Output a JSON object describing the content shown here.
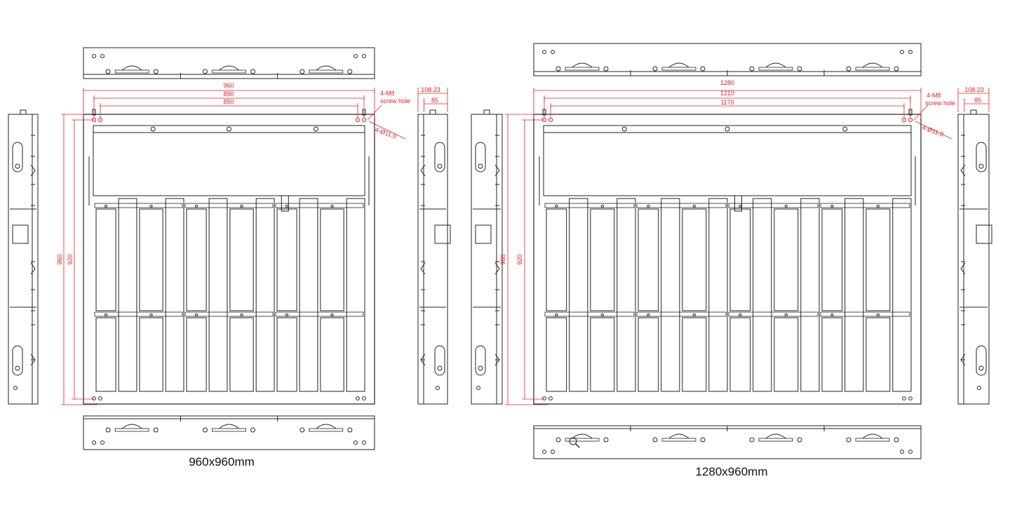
{
  "colors": {
    "line": "#222222",
    "dimension": "#e0202a",
    "background": "#ffffff"
  },
  "left": {
    "caption": "960x960mm",
    "dim_width_total": "960",
    "dim_width_mid": "890",
    "dim_width_inner": "850",
    "dim_height_total": "960",
    "dim_height_inner": "920",
    "note_screw_1": "4-M8",
    "note_screw_2": "screw hole",
    "note_hole": "4-Ø11.0",
    "side_dim_total": "108.23",
    "side_dim_inner": "85",
    "module_columns": 3
  },
  "right": {
    "caption": "1280x960mm",
    "dim_width_total": "1280",
    "dim_width_mid": "1210",
    "dim_width_inner": "1170",
    "dim_height_total": "960",
    "dim_height_inner": "920",
    "note_screw_1": "4-M8",
    "note_screw_2": "screw hole",
    "note_hole": "4-Ø11.0",
    "side_dim_total": "108.23",
    "side_dim_inner": "85",
    "module_columns": 4
  },
  "icons": [
    "magnifier-icon"
  ]
}
